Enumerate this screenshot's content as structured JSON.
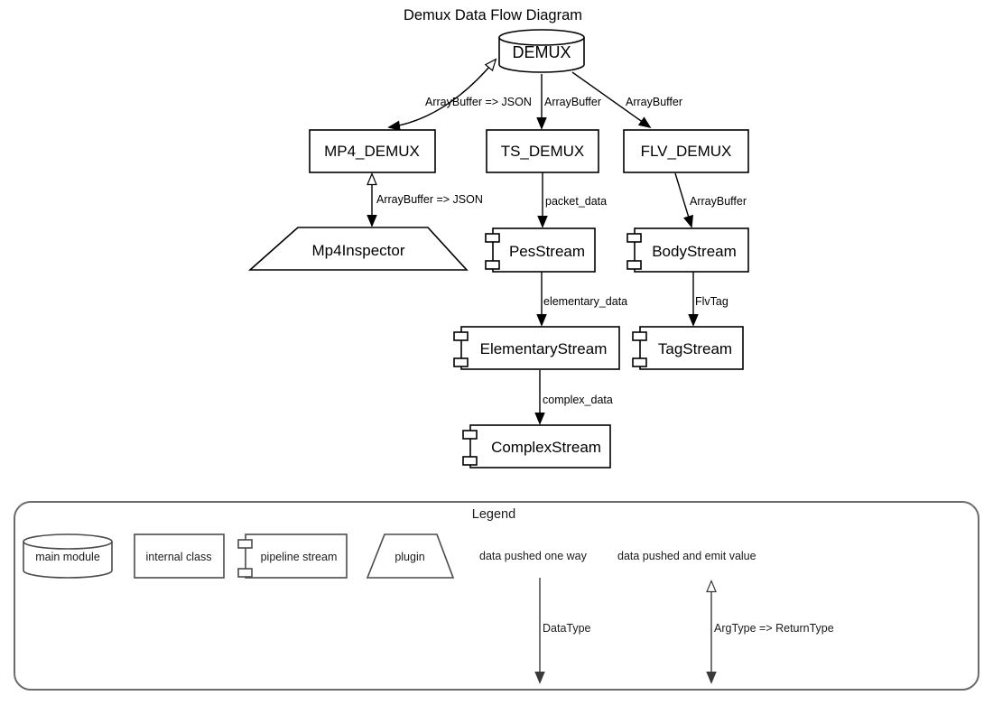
{
  "title": "Demux Data Flow Diagram",
  "colors": {
    "diagram_stroke": "#000000",
    "legend_shape_stroke": "#4a4a4a",
    "legend_border": "#6b6b6b",
    "background": "#ffffff"
  },
  "nodes": {
    "demux": "DEMUX",
    "mp4_demux": "MP4_DEMUX",
    "ts_demux": "TS_DEMUX",
    "flv_demux": "FLV_DEMUX",
    "mp4_inspector": "Mp4Inspector",
    "pes_stream": "PesStream",
    "body_stream": "BodyStream",
    "elementary_stream": "ElementaryStream",
    "tag_stream": "TagStream",
    "complex_stream": "ComplexStream"
  },
  "edge_labels": {
    "demux_to_mp4": "ArrayBuffer => JSON",
    "demux_to_ts": "ArrayBuffer",
    "demux_to_flv": "ArrayBuffer",
    "mp4_to_inspector": "ArrayBuffer => JSON",
    "ts_to_pes": "packet_data",
    "flv_to_body": "ArrayBuffer",
    "pes_to_elementary": "elementary_data",
    "body_to_tag": "FlvTag",
    "elementary_to_complex": "complex_data"
  },
  "legend": {
    "title": "Legend",
    "main_module": "main module",
    "internal_class": "internal class",
    "pipeline_stream": "pipeline stream",
    "plugin": "plugin",
    "one_way_caption": "data pushed one way",
    "emit_caption": "data pushed and emit value",
    "one_way_type": "DataType",
    "emit_type": "ArgType => ReturnType"
  }
}
